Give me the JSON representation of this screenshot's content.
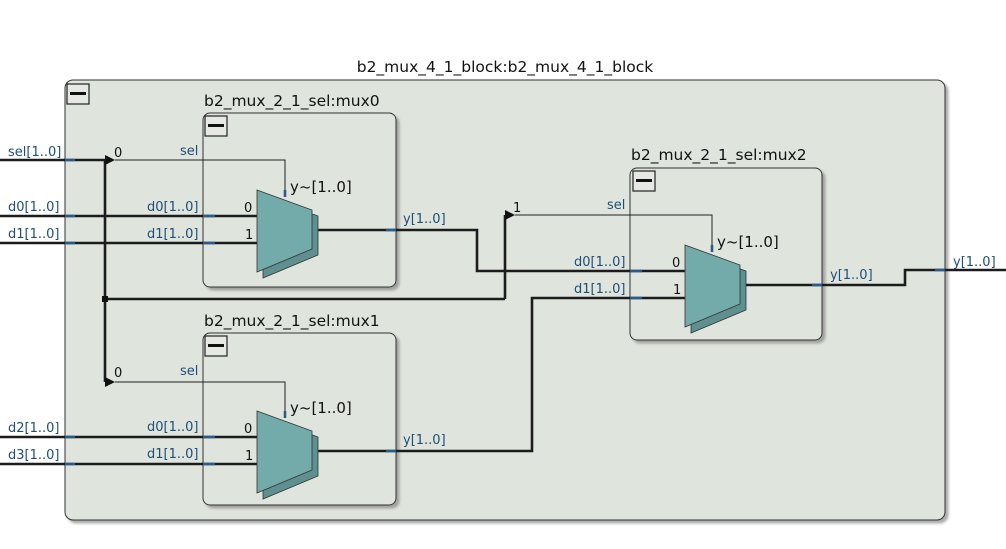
{
  "top_block": {
    "title": "b2_mux_4_1_block:b2_mux_4_1_block"
  },
  "top_ports": {
    "sel": "sel[1..0]",
    "d0": "d0[1..0]",
    "d1": "d1[1..0]",
    "d2": "d2[1..0]",
    "d3": "d3[1..0]",
    "y": "y[1..0]"
  },
  "mux0": {
    "title": "b2_mux_2_1_sel:mux0",
    "tap": "0",
    "sel": "sel",
    "d0": "d0[1..0]",
    "d1": "d1[1..0]",
    "pin0": "0",
    "pin1": "1",
    "out": "y~[1..0]",
    "y": "y[1..0]"
  },
  "mux1": {
    "title": "b2_mux_2_1_sel:mux1",
    "tap": "0",
    "sel": "sel",
    "d0": "d0[1..0]",
    "d1": "d1[1..0]",
    "pin0": "0",
    "pin1": "1",
    "out": "y~[1..0]",
    "y": "y[1..0]"
  },
  "mux2": {
    "title": "b2_mux_2_1_sel:mux2",
    "tap": "1",
    "sel": "sel",
    "d0": "d0[1..0]",
    "d1": "d1[1..0]",
    "pin0": "0",
    "pin1": "1",
    "out": "y~[1..0]",
    "y": "y[1..0]"
  },
  "colors": {
    "block_fill": "#dfe4dc",
    "mux_fill": "#73aaaa",
    "wire": "#1c1c1c",
    "port_text": "#1f4e79"
  }
}
